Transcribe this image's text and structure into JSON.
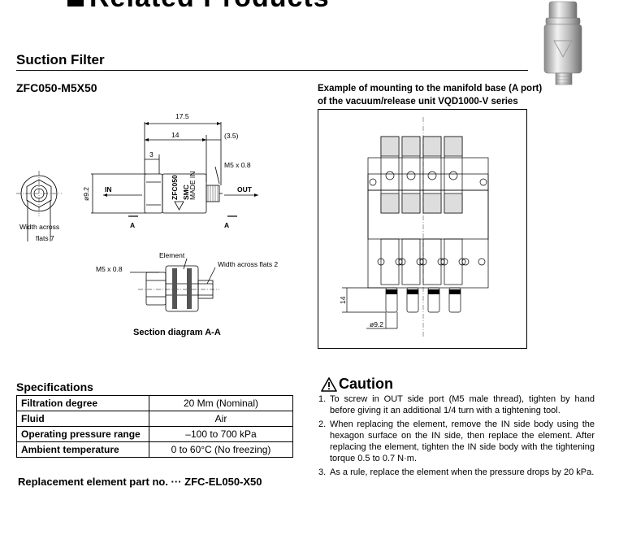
{
  "header": {
    "title": "Related Products"
  },
  "section": {
    "title": "Suction Filter",
    "model": "ZFC050-M5X50"
  },
  "mounting": {
    "caption_line1": "Example of mounting to the manifold base (A port)",
    "caption_line2": "of the vacuum/release unit VQD1000-V series",
    "dim_height": "14",
    "dim_dia": "ø9.2"
  },
  "drawing": {
    "dim_total": "17.5",
    "dim_body": "14",
    "dim_thread_len": "(3.5)",
    "dim_3": "3",
    "thread": "M5 x 0.8",
    "dia": "ø9.2",
    "in_label": "IN",
    "out_label": "OUT",
    "a_left": "A",
    "a_right": "A",
    "width_across_1": "Width across",
    "width_across_2": "flats 7",
    "body_print_1": "ZFC050",
    "body_print_2": "SMC",
    "body_print_3": "MADE IN"
  },
  "section_view": {
    "element_label": "Element",
    "thread_label": "M5 x 0.8",
    "flats_label": "Width across flats 2",
    "caption": "Section diagram A-A"
  },
  "specifications": {
    "title": "Specifications",
    "rows": [
      {
        "key": "Filtration degree",
        "value": "20 Mm (Nominal)"
      },
      {
        "key": "Fluid",
        "value": "Air"
      },
      {
        "key": "Operating pressure range",
        "value": "–100 to 700 kPa"
      },
      {
        "key": "Ambient temperature",
        "value": "0 to 60°C (No freezing)"
      }
    ]
  },
  "replacement": {
    "text": "Replacement element part no. ··· ZFC-EL050-X50"
  },
  "caution": {
    "title": "Caution",
    "items": [
      {
        "num": "1.",
        "text": "To screw in OUT side port (M5 male thread), tighten by hand before giving it an additional 1/4 turn with a tightening tool."
      },
      {
        "num": "2.",
        "text": "When replacing the element, remove the IN side body using the hexagon surface on the IN side, then replace the element. After replacing the element, tighten the IN side body with the tightening torque 0.5 to 0.7 N·m."
      },
      {
        "num": "3.",
        "text": "As a rule, replace the element when the pressure drops by 20 kPa."
      }
    ]
  }
}
